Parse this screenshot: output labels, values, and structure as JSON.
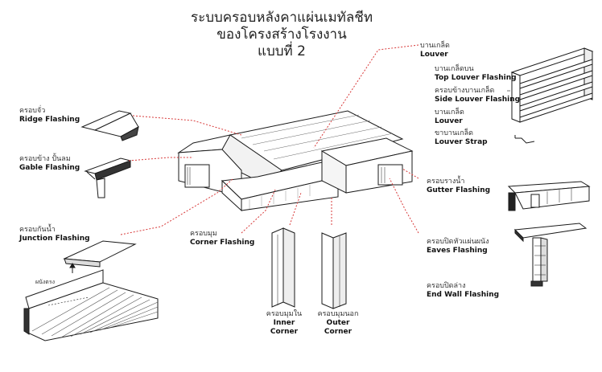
{
  "title": {
    "line1": "ระบบครอบหลังคาแผ่นเมทัลชีท",
    "line2": "ของโครงสร้างโรงงาน",
    "line3": "แบบที่ 2"
  },
  "labels": {
    "ridge": {
      "th": "ครอบจั่ว",
      "en": "Ridge Flashing"
    },
    "gable": {
      "th": "ครอบข้าง ปั้นลม",
      "en": "Gable Flashing"
    },
    "junction": {
      "th": "ครอบกันน้ำ",
      "en": "Junction Flashing"
    },
    "wall_note": "ผนังตรง",
    "corner": {
      "th": "ครอบมุม",
      "en": "Corner Flashing"
    },
    "inner_corner": {
      "th": "ครอบมุมใน",
      "en": "Inner Corner"
    },
    "outer_corner": {
      "th": "ครอบมุมนอก",
      "en": "Outer Corner"
    },
    "louver": {
      "th": "บานเกล็ด",
      "en": "Louver"
    },
    "top_louver": {
      "th": "บานเกล็ดบน",
      "en": "Top Louver Flashing"
    },
    "side_louver": {
      "th": "ครอบข้างบานเกล็ด",
      "en": "Side Louver Flashing"
    },
    "louver_item": {
      "th": "บานเกล็ด",
      "en": "Louver"
    },
    "louver_strap": {
      "th": "ขาบานเกล็ด",
      "en": "Louver Strap"
    },
    "gutter": {
      "th": "ครอบรางน้ำ",
      "en": "Gutter Flashing"
    },
    "eaves": {
      "th": "ครอบปิดหัวแผ่นผนัง",
      "en": "Eaves Flashing"
    },
    "endwall": {
      "th": "ครอบปิดล่าง",
      "en": "End Wall Flashing"
    }
  },
  "colors": {
    "leader": "#d83a3a",
    "line": "#1a1a1a"
  }
}
